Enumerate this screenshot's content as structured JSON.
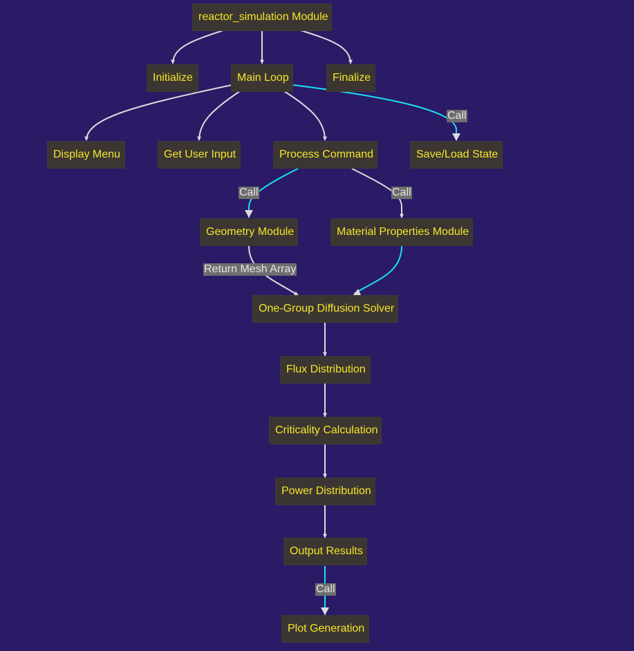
{
  "nodes": {
    "reactor_simulation": "reactor_simulation Module",
    "initialize": "Initialize",
    "main_loop": "Main Loop",
    "finalize": "Finalize",
    "display_menu": "Display Menu",
    "get_user_input": "Get User Input",
    "process_command": "Process Command",
    "save_load_state": "Save/Load State",
    "geometry_module": "Geometry Module",
    "material_properties": "Material Properties Module",
    "diffusion_solver": "One-Group Diffusion Solver",
    "flux_distribution": "Flux Distribution",
    "criticality_calculation": "Criticality Calculation",
    "power_distribution": "Power Distribution",
    "output_results": "Output Results",
    "plot_generation": "Plot Generation"
  },
  "edge_labels": {
    "main_to_save": "Call",
    "process_to_geometry": "Call",
    "process_to_material": "Call",
    "geometry_to_solver": "Return Mesh Array",
    "output_to_plot": "Call"
  },
  "colors": {
    "background": "#2b1a66",
    "node_fill": "#3b3632",
    "node_text": "#f5e52a",
    "edge_default": "#dcdcdc",
    "edge_call": "#19e3f5",
    "label_bg": "#6e6e6e"
  }
}
